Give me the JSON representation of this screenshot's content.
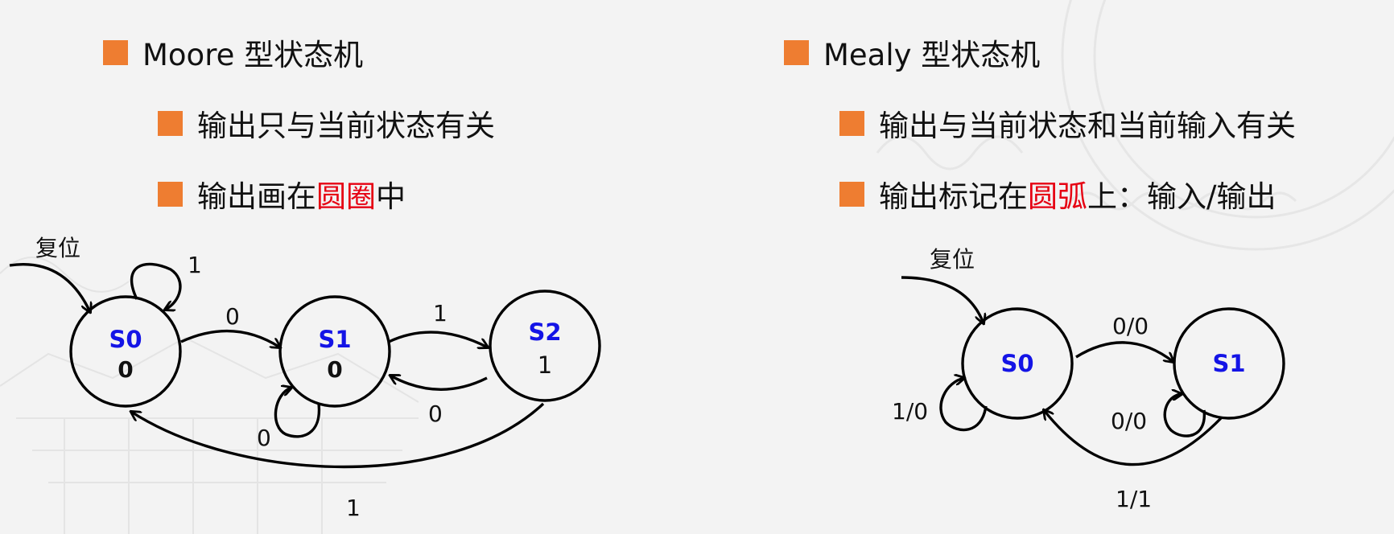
{
  "moore": {
    "title": "Moore 型状态机",
    "bullet1": "输出只与当前状态有关",
    "bullet2_pre": "输出画在",
    "bullet2_hl": "圆圈",
    "bullet2_post": "中",
    "reset_label": "复位",
    "states": [
      {
        "name": "S0",
        "output": "0"
      },
      {
        "name": "S1",
        "output": "0"
      },
      {
        "name": "S2",
        "output": "1"
      }
    ],
    "transitions": {
      "s0_self": "1",
      "s0_s1": "0",
      "s1_self": "0",
      "s1_s2": "1",
      "s2_s1": "0",
      "s2_s0": "1"
    }
  },
  "mealy": {
    "title": "Mealy 型状态机",
    "bullet1": "输出与当前状态和当前输入有关",
    "bullet2_pre": "输出标记在",
    "bullet2_hl": "圆弧",
    "bullet2_post": "上：输入/输出",
    "reset_label": "复位",
    "states": [
      {
        "name": "S0"
      },
      {
        "name": "S1"
      }
    ],
    "transitions": {
      "s0_self": "1/0",
      "s0_s1": "0/0",
      "s1_self": "0/0",
      "s1_s0": "1/1"
    }
  },
  "colors": {
    "bullet": "#ee7d31",
    "highlight": "#e60012",
    "state_name": "#1414e6"
  }
}
